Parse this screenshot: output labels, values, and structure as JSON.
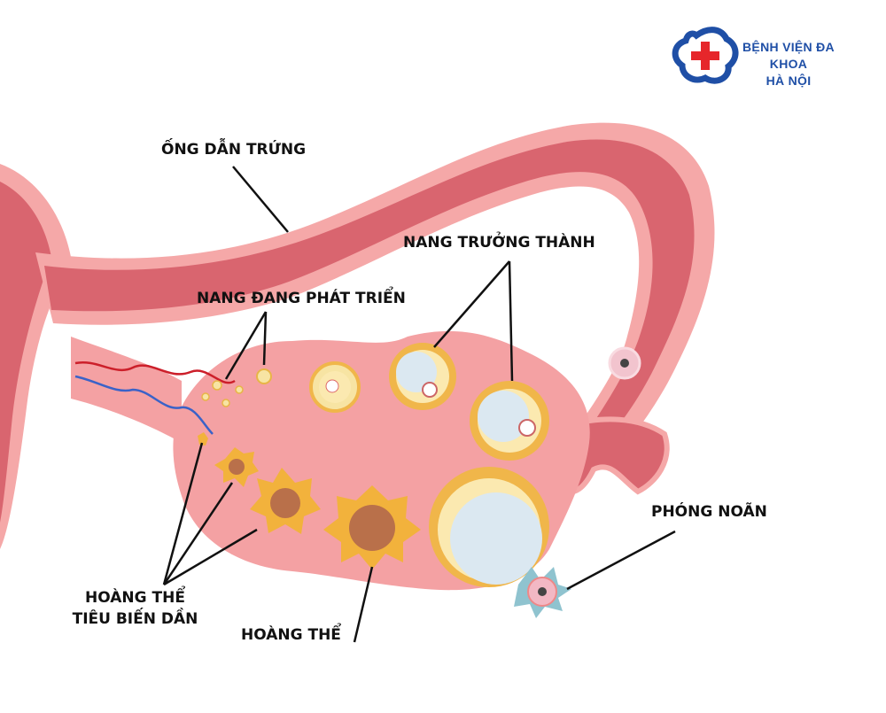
{
  "logo": {
    "line1": "BỆNH VIỆN ĐA KHOA",
    "line2": "HÀ NỘI",
    "colors": {
      "blue": "#1f4fa6",
      "red": "#e6262b"
    }
  },
  "labels": {
    "fallopian_tube": "ỐNG DẪN TRỨNG",
    "mature_follicle": "NANG TRƯỞNG THÀNH",
    "developing_follicle": "NANG ĐANG PHÁT TRIỂN",
    "ovulation": "PHÓNG NOÃN",
    "degenerating_corpus_line1": "HOÀNG THỂ",
    "degenerating_corpus_line2": "TIÊU BIẾN DẦN",
    "corpus_luteum": "HOÀNG THỂ"
  },
  "colors": {
    "tissue_outer": "#f5a8a8",
    "tissue_inner": "#d9656f",
    "ovary": "#f4a1a3",
    "follicle_ring": "#f0b64a",
    "corpus": "#f2b23c"
  }
}
